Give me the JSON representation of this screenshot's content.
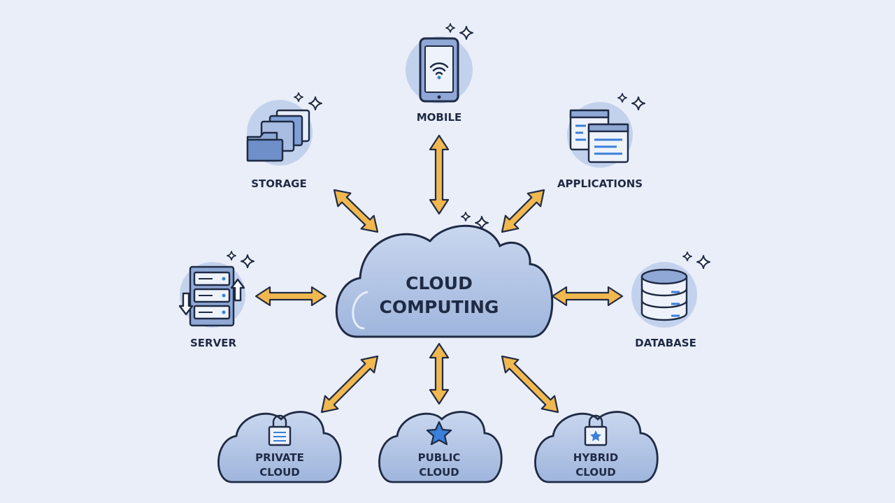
{
  "center": {
    "line1": "CLOUD",
    "line2": "COMPUTING"
  },
  "nodes": {
    "mobile": "MOBILE",
    "storage": "STORAGE",
    "applications": "APPLICATIONS",
    "server": "SERVER",
    "database": "DATABASE"
  },
  "clouds": {
    "private": {
      "line1": "PRIVATE",
      "line2": "CLOUD"
    },
    "public": {
      "line1": "PUBLIC",
      "line2": "CLOUD"
    },
    "hybrid": {
      "line1": "HYBRID",
      "line2": "CLOUD"
    }
  },
  "colors": {
    "background": "#e9eef9",
    "cloud_fill": "#b6c8e6",
    "outline": "#1f2a44",
    "arrow": "#f1b84f",
    "accent": "#3a7fd9"
  },
  "icons": [
    "phone-wifi-icon",
    "folders-icon",
    "app-windows-icon",
    "server-rack-icon",
    "database-icon",
    "padlock-icon",
    "star-icon",
    "sparkle-icon"
  ]
}
